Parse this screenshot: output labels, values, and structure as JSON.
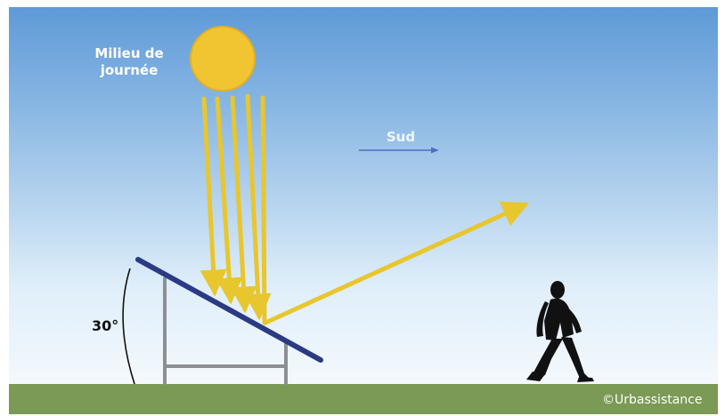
{
  "labels": {
    "time_line1": "Milieu de",
    "time_line2": "journée",
    "south": "Sud",
    "angle": "30°",
    "credit": "©Urbassistance"
  },
  "colors": {
    "sky_top": "#5f9ad7",
    "sky_bottom": "#f4f9fd",
    "sun": "#f0c531",
    "sun_rays": "#e8c62d",
    "panel": "#2a3a84",
    "frame": "#8c8f94",
    "ground": "#7b9a55"
  },
  "icons": {
    "sun": "sun-icon",
    "person": "walking-person-icon"
  }
}
